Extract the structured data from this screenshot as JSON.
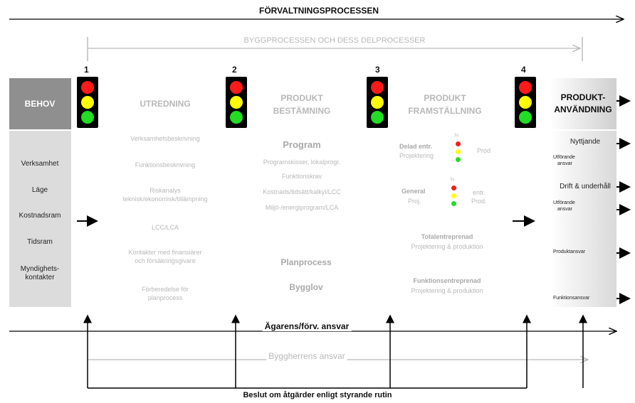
{
  "top_arrow_label": "FÖRVALTNINGSPROCESSEN",
  "bygg_arrow_label": "BYGGPROCESSEN OCH DESS DELPROCESSER",
  "stages": {
    "behov": "BEHOV",
    "utredning": "UTREDNING",
    "produktbestamning": [
      "PRODUKT",
      "BESTÄMNING"
    ],
    "produktframstallning": [
      "PRODUKT",
      "FRAMSTÄLLNING"
    ],
    "produktanvandning": [
      "PRODUKT-",
      "ANVÄNDNING"
    ]
  },
  "decision_points": [
    "1",
    "2",
    "3",
    "4"
  ],
  "traffic_light_colors": {
    "red": "#ff1a1a",
    "yellow": "#ffff00",
    "green": "#22dd22"
  },
  "behov_items": [
    "Verksamhet",
    "Läge",
    "Kostnadsram",
    "Tidsram",
    "Myndighets-",
    "kontakter"
  ],
  "utredning_items": [
    "Verksamhetsbeskrivning",
    "Funktionsbeskrivning",
    "Riskanalys",
    "teknisk/ekonomisk/tillämpning",
    "LCC/LCA",
    "Kontakter med finansiärer",
    "och försäkringsgivare",
    "Förberedelse för",
    "planprocess"
  ],
  "produktbestamning_items": {
    "program": "Program",
    "sub": [
      "Programskisser, lokalprogr.",
      "Funktionskrav",
      "Kostnads/tidsätt/kalkyl/LCC",
      "Miljö-/energiprogram/LCA"
    ],
    "planprocess": "Planprocess",
    "bygglov": "Bygglov"
  },
  "produktframstallning_items": {
    "delad": "Delad entr.",
    "delad_sub": "Projektering",
    "delad_prod": "Prod",
    "general": "General",
    "general_sub": "Proj.",
    "general_right": "entr.",
    "general_prod": "Prod.",
    "mini_label": "3s",
    "totalentreprenad": "Totalentreprenad",
    "totalentreprenad_sub": "Projektering & produktion",
    "funktionsentreprenad": "Funktionsentreprenad",
    "funktionsentreprenad_sub": "Projektering & produktion"
  },
  "produktanvandning_items": [
    "Nyttjande",
    "Utförande",
    "ansvar",
    "Drift & underhåll",
    "Utförande",
    "ansvar",
    "Produktansvar",
    "Funktionsansvar"
  ],
  "agare_label": "Ägarens/förv. ansvar",
  "byggherre_label": "Byggherrens ansvar",
  "beslut_label": "Beslut om åtgärder enligt styrande rutin"
}
